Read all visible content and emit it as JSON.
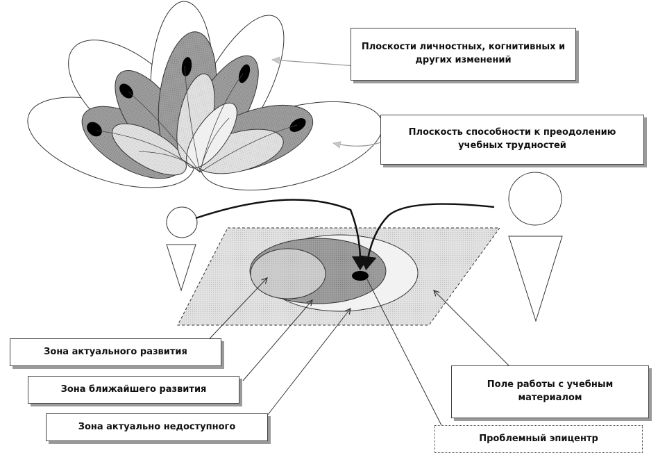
{
  "labels": {
    "planes_personal": "Плоскости личностных, когнитивных и\nдругих изменений",
    "plane_difficulty": "Плоскость способности к преодолению\nучебных трудностей",
    "zone_actual": "Зона актуального развития",
    "zone_proximal": "Зона ближайшего развития",
    "zone_inaccessible": "Зона актуально недоступного",
    "work_field": "Поле работы с учебным\nматериалом",
    "problem_epicenter": "Проблемный эпицентр"
  },
  "colors": {
    "petal_dark": "#a6a6a6",
    "petal_light": "#d4d4d4",
    "petal_white": "#ffffff",
    "field": "#ececec",
    "zone_proximal": "#9c9c9c",
    "zone_actual": "#cfcfcf",
    "epicenter": "#000000",
    "stroke": "#333333"
  }
}
